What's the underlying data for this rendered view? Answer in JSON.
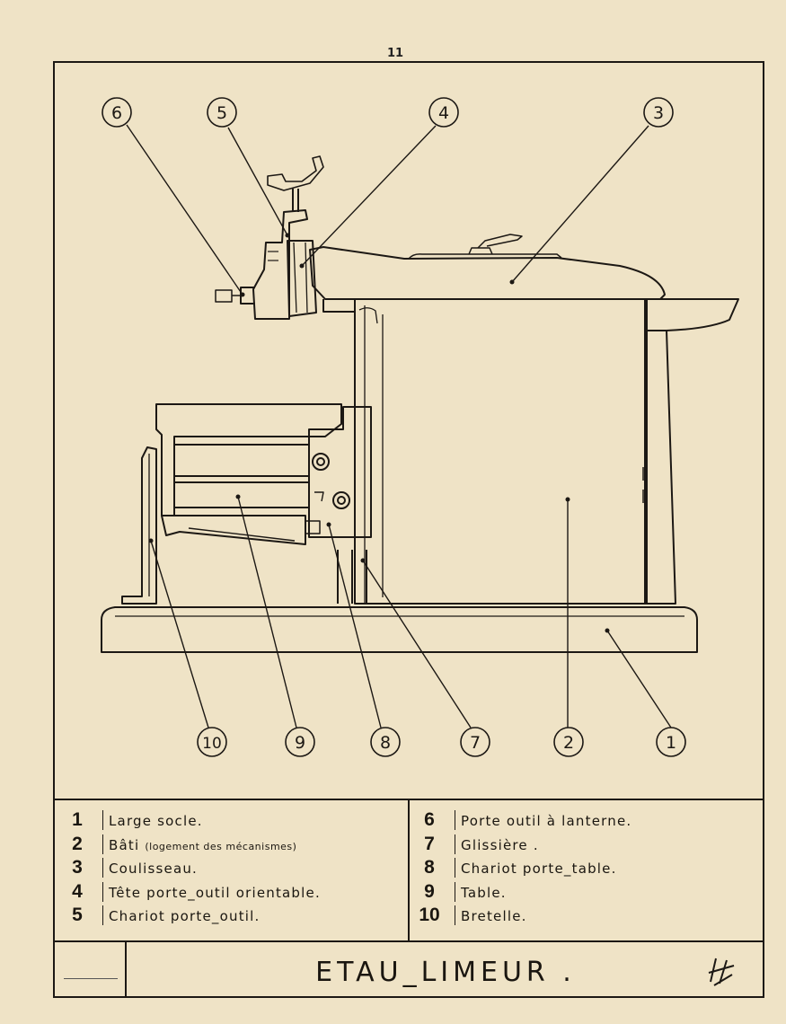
{
  "page_number": "11",
  "callouts": [
    "1",
    "2",
    "3",
    "4",
    "5",
    "6",
    "7",
    "8",
    "9",
    "10"
  ],
  "legend": {
    "left": [
      {
        "num": "1",
        "text": "Large socle.",
        "note": ""
      },
      {
        "num": "2",
        "text": "Bâti",
        "note": "(logement des mécanismes)"
      },
      {
        "num": "3",
        "text": "Coulisseau.",
        "note": ""
      },
      {
        "num": "4",
        "text": "Tête porte_outil orientable.",
        "note": ""
      },
      {
        "num": "5",
        "text": "Chariot porte_outil.",
        "note": ""
      }
    ],
    "right": [
      {
        "num": "6",
        "text": "Porte outil à lanterne.",
        "note": ""
      },
      {
        "num": "7",
        "text": "Glissière .",
        "note": ""
      },
      {
        "num": "8",
        "text": "Chariot porte_table.",
        "note": ""
      },
      {
        "num": "9",
        "text": "Table.",
        "note": ""
      },
      {
        "num": "10",
        "text": "Bretelle.",
        "note": ""
      }
    ]
  },
  "title": "ETAU_LIMEUR .",
  "colors": {
    "paper": "#efe3c6",
    "ink": "#1c1814"
  }
}
